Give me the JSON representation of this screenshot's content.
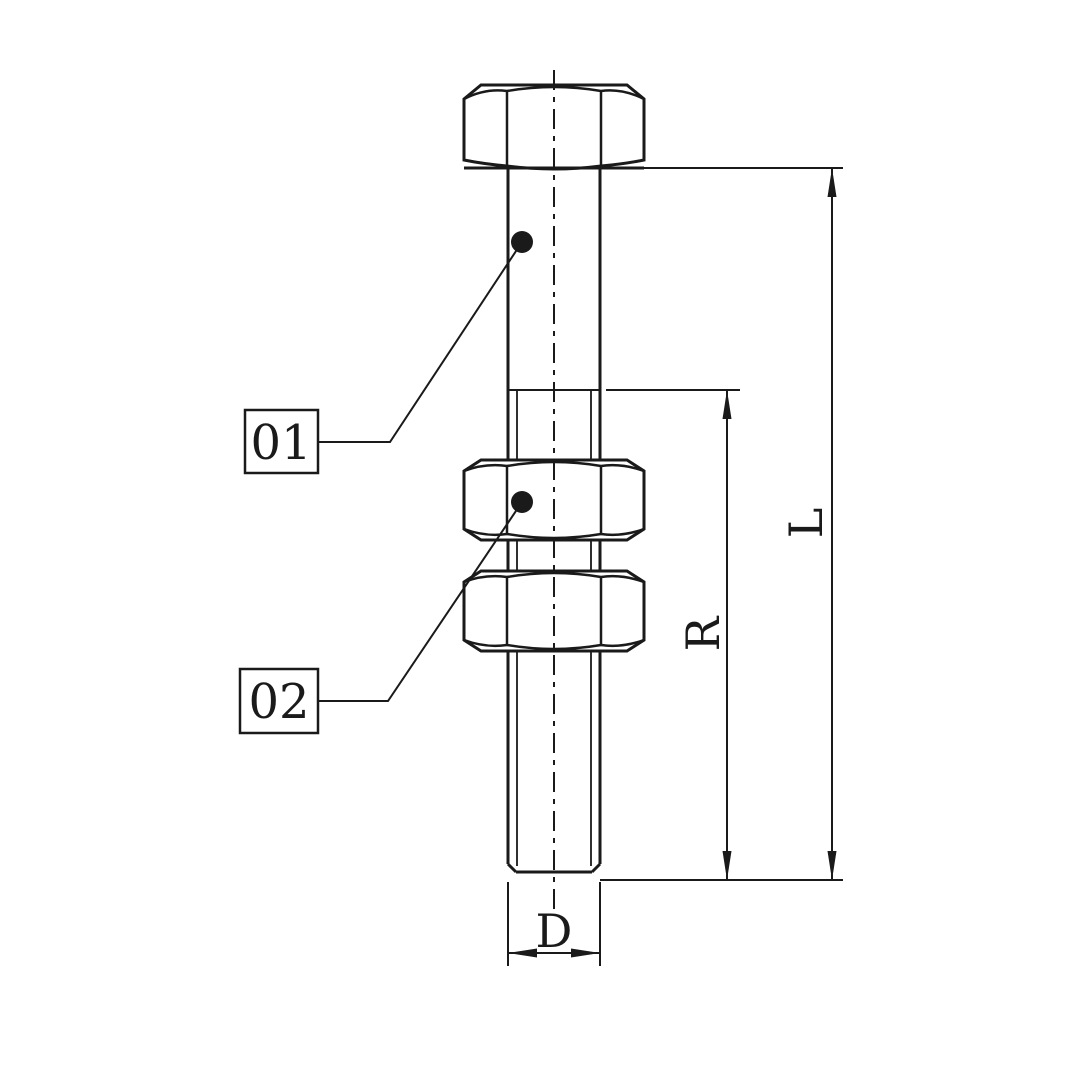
{
  "drawing": {
    "description": "Hex-head bolt with two hex jam nuts, front elevation technical drawing",
    "background_color": "#ffffff",
    "line_color": "#1a1a1a"
  },
  "callouts": [
    {
      "label": "01"
    },
    {
      "label": "02"
    }
  ],
  "dimensions": {
    "overall_length": "L",
    "thread_length": "R",
    "diameter": "D"
  }
}
